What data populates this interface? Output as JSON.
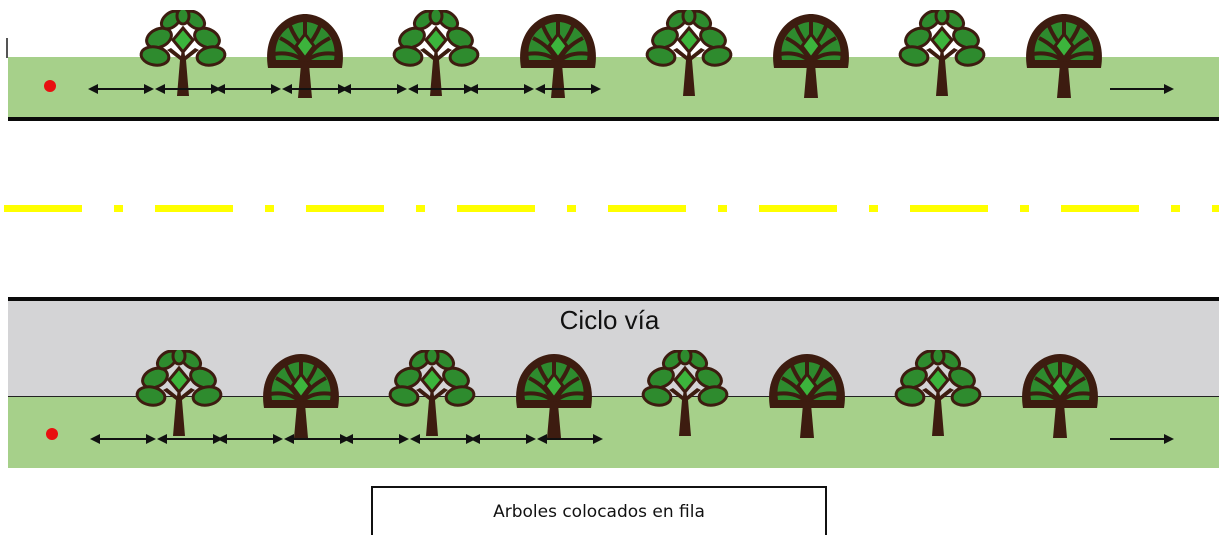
{
  "bikelane": {
    "label": "Ciclo vía"
  },
  "caption": {
    "label": "Arboles colocados en fila"
  },
  "rows": [
    {
      "name": "top-row",
      "trees": [
        "leafy",
        "round",
        "leafy",
        "round",
        "leafy",
        "round",
        "leafy",
        "round"
      ],
      "arrows": [
        "double",
        "double",
        "double",
        "double",
        "double",
        "double",
        "double",
        "double",
        "right"
      ]
    },
    {
      "name": "bottom-row",
      "trees": [
        "leafy",
        "round",
        "leafy",
        "round",
        "leafy",
        "round",
        "leafy",
        "round"
      ],
      "arrows": [
        "double",
        "double",
        "double",
        "double",
        "double",
        "double",
        "double",
        "double",
        "right"
      ]
    }
  ],
  "icons": {
    "leafy_tree": "leafy-tree-icon",
    "round_tree": "round-tree-icon",
    "start_marker": "red-dot-marker",
    "spacing_arrow": "double-arrow-icon",
    "end_arrow": "right-arrow-icon"
  },
  "colors": {
    "grass": "#a6d08a",
    "bikelane": "#d4d4d6",
    "edge": "#0a0a0a",
    "centerline": "#ffff00",
    "trunk": "#3d1c10",
    "leaf": "#2e8b2e",
    "leaf_light": "#3cb43c",
    "marker": "#e81010"
  }
}
